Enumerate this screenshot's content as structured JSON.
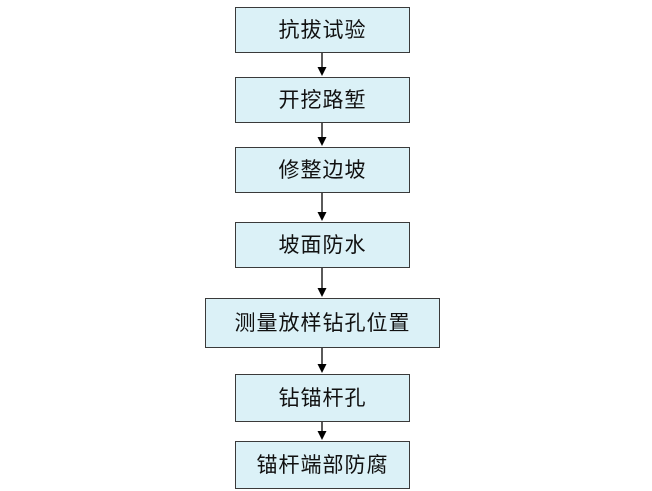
{
  "flowchart": {
    "steps": [
      {
        "label": "抗拔试验"
      },
      {
        "label": "开挖路堑"
      },
      {
        "label": "修整边坡"
      },
      {
        "label": "坡面防水"
      },
      {
        "label": "测量放样钻孔位置"
      },
      {
        "label": "钻锚杆孔"
      },
      {
        "label": "锚杆端部防腐"
      }
    ],
    "colors": {
      "box_fill": "#dbf1f7",
      "box_border": "#3a3a3a",
      "arrow": "#000000",
      "text": "#111111"
    }
  }
}
